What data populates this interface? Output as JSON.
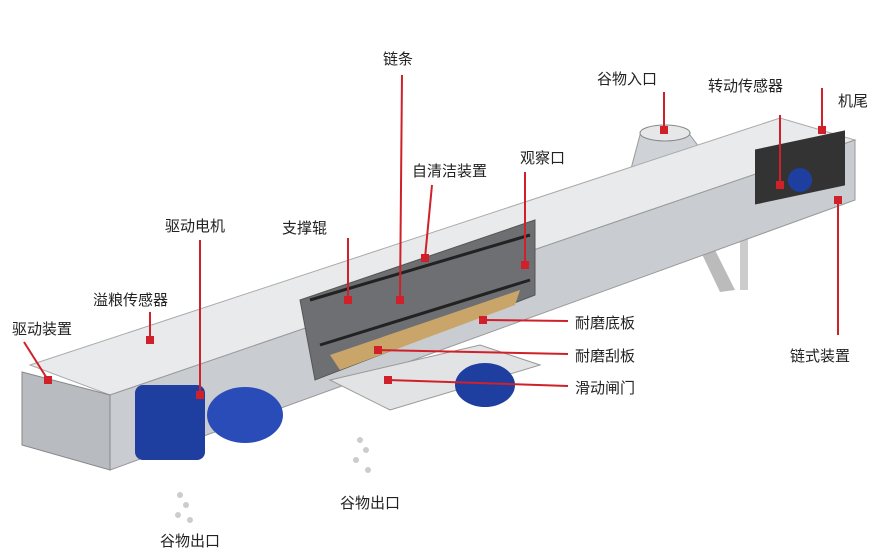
{
  "labels": {
    "chain": "链条",
    "grain_inlet": "谷物入口",
    "rotation_sensor": "转动传感器",
    "tail": "机尾",
    "inspection_port": "观察口",
    "self_cleaning": "自清洁装置",
    "drive_motor": "驱动电机",
    "support_roller": "支撑辊",
    "overflow_sensor": "溢粮传感器",
    "drive_unit": "驱动装置",
    "wear_bottom_plate": "耐磨底板",
    "wear_scraper": "耐磨刮板",
    "sliding_gate": "滑动闸门",
    "chain_device": "链式装置",
    "grain_outlet_center": "谷物出口",
    "grain_outlet_left": "谷物出口"
  },
  "colors": {
    "leader": "#d0202a",
    "motor": "#1f3fa0",
    "housing": "#d8dadd",
    "material": "#c9a56a"
  }
}
